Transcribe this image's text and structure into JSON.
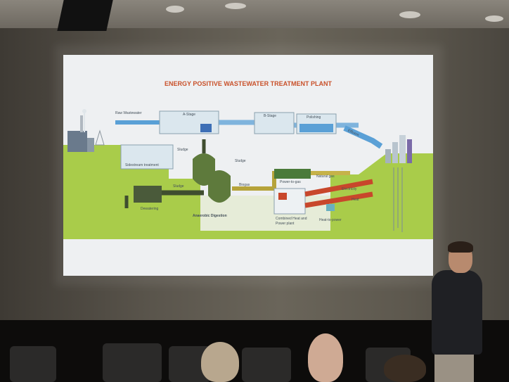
{
  "slide": {
    "title": "ENERGY POSITIVE WASTEWATER TREATMENT PLANT",
    "labels": {
      "raw_wastewater": "Raw Wastewater",
      "a_stage": "A-Stage",
      "b_stage": "B-Stage",
      "polishing": "Polishing",
      "effluent": "Effluent",
      "sludge_1": "Sludge",
      "sludge_2": "Sludge",
      "sludge_3": "Sludge",
      "sidestream_treatment": "Sidestream treatment",
      "dewatering": "Dewatering",
      "anaerobic_digestion": "Anaerobic Digestion",
      "biogas": "Biogas",
      "power_to_gas": "Power-to-gas",
      "natural_gas": "Natural gas",
      "electricity": "Electricity",
      "heat": "Heat",
      "chp": "Combined Heat and Power plant",
      "heat_to_power": "Heat-to-power"
    },
    "colors": {
      "title": "#c9512a",
      "ground": "#a9cc4a",
      "water_flow": "#5aa0d6",
      "sludge_flow": "#3f4d2f",
      "gas_flow": "#b6a33a",
      "energy_flow": "#c8472b"
    }
  }
}
